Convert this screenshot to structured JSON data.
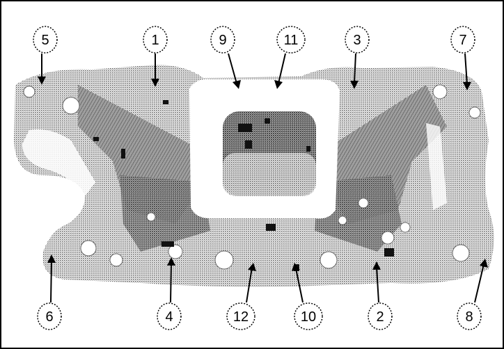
{
  "diagram": {
    "callouts_top": [
      "5",
      "1",
      "9",
      "11",
      "3",
      "7"
    ],
    "callouts_bottom": [
      "6",
      "4",
      "12",
      "10",
      "2",
      "8"
    ]
  },
  "colors": {
    "stipple": "#7a7a7a",
    "dark_stipple": "#3a3a3a",
    "outline": "#000000",
    "background": "#ffffff"
  }
}
